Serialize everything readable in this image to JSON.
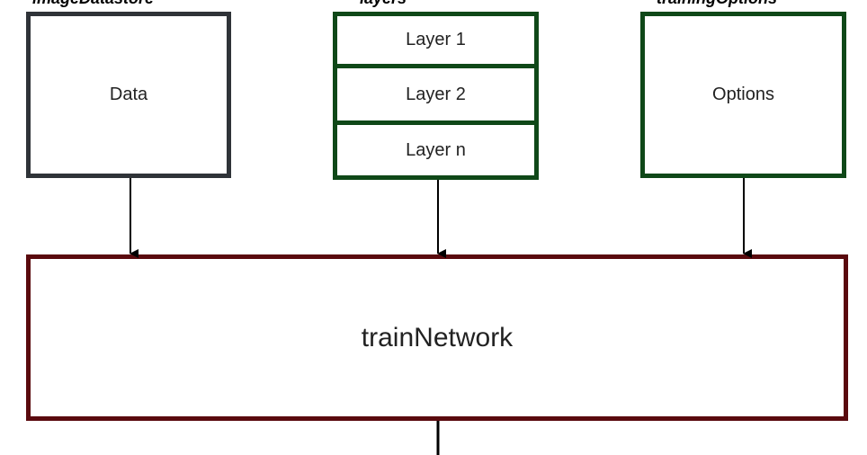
{
  "headers": {
    "data": "imageDatastore",
    "layers": "layers",
    "options": "trainingOptions"
  },
  "boxes": {
    "data": "Data",
    "layer_1": "Layer 1",
    "layer_2": "Layer 2",
    "layer_n": "Layer n",
    "options": "Options",
    "train": "trainNetwork"
  },
  "colors": {
    "data_border": "#2f3338",
    "layers_border": "#0f4818",
    "options_border": "#0f4818",
    "train_border": "#5a0a0e",
    "arrow": "#000000"
  }
}
